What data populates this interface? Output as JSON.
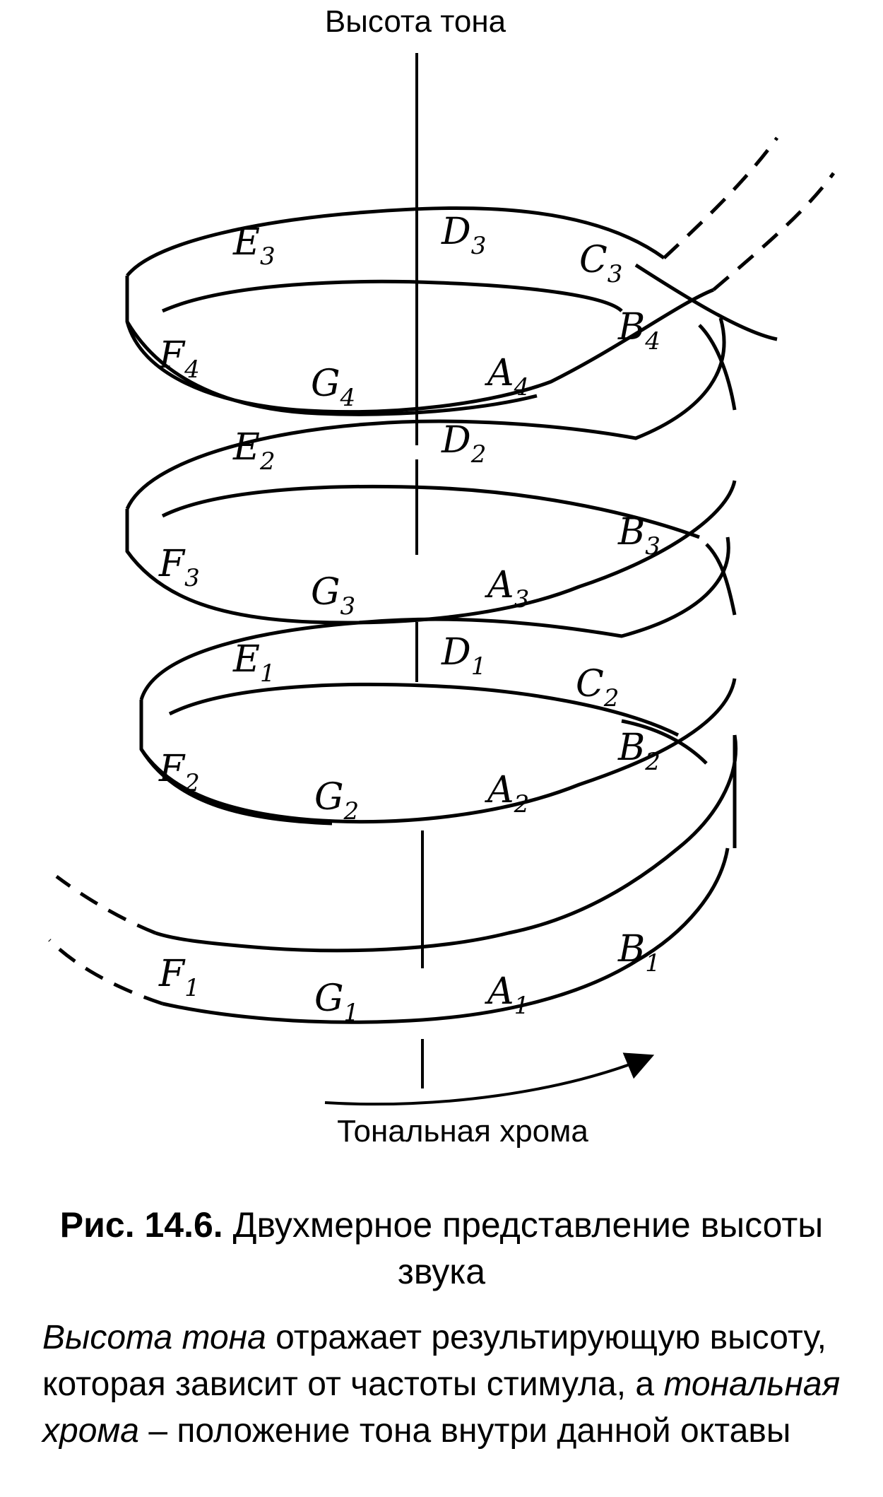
{
  "axis": {
    "vertical_label": "Высота тона",
    "horizontal_label": "Тональная хрома"
  },
  "notes": [
    {
      "name": "E",
      "sub": "3"
    },
    {
      "name": "D",
      "sub": "3"
    },
    {
      "name": "C",
      "sub": "3"
    },
    {
      "name": "B",
      "sub": "4"
    },
    {
      "name": "F",
      "sub": "4"
    },
    {
      "name": "G",
      "sub": "4"
    },
    {
      "name": "A",
      "sub": "4"
    },
    {
      "name": "E",
      "sub": "2"
    },
    {
      "name": "D",
      "sub": "2"
    },
    {
      "name": "B",
      "sub": "3"
    },
    {
      "name": "F",
      "sub": "3"
    },
    {
      "name": "G",
      "sub": "3"
    },
    {
      "name": "A",
      "sub": "3"
    },
    {
      "name": "E",
      "sub": "1"
    },
    {
      "name": "D",
      "sub": "1"
    },
    {
      "name": "C",
      "sub": "2"
    },
    {
      "name": "B",
      "sub": "2"
    },
    {
      "name": "F",
      "sub": "2"
    },
    {
      "name": "G",
      "sub": "2"
    },
    {
      "name": "A",
      "sub": "2"
    },
    {
      "name": "B",
      "sub": "1"
    },
    {
      "name": "F",
      "sub": "1"
    },
    {
      "name": "G",
      "sub": "1"
    },
    {
      "name": "A",
      "sub": "1"
    }
  ],
  "caption": {
    "figure_label": "Рис. 14.6.",
    "figure_title": "Двухмерное представление высоты звука",
    "term1": "Высота тона",
    "text1": " отражает результирующую высоту, которая зависит от частоты стимула, а ",
    "term2": "тональная хрома",
    "text2": " – положение тона внутри данной октавы"
  }
}
